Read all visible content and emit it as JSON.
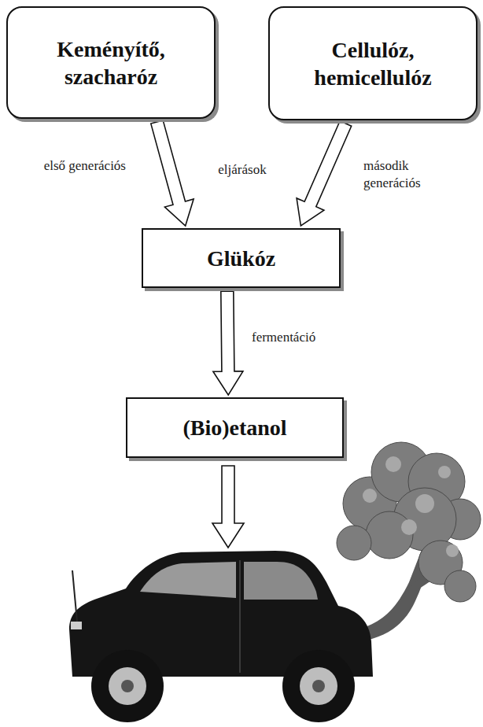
{
  "diagram": {
    "nodes": [
      {
        "text": [
          "Keményítő, szacharóz"
        ]
      },
      {
        "text": [
          "Cellulóz, hemicellulóz"
        ]
      },
      {
        "text": [
          "Glükóz"
        ]
      },
      {
        "text": [
          "(Bio)etanol"
        ]
      }
    ],
    "edges": [
      {
        "from": 0,
        "to": 2,
        "arrow": "to",
        "label": "első generációs"
      },
      {
        "from": 1,
        "to": 2,
        "arrow": "to",
        "label": "második generációs"
      },
      {
        "from": 2,
        "to": 3,
        "arrow": "to",
        "label": "fermentáció"
      }
    ],
    "labels": [
      "eljárások"
    ]
  }
}
